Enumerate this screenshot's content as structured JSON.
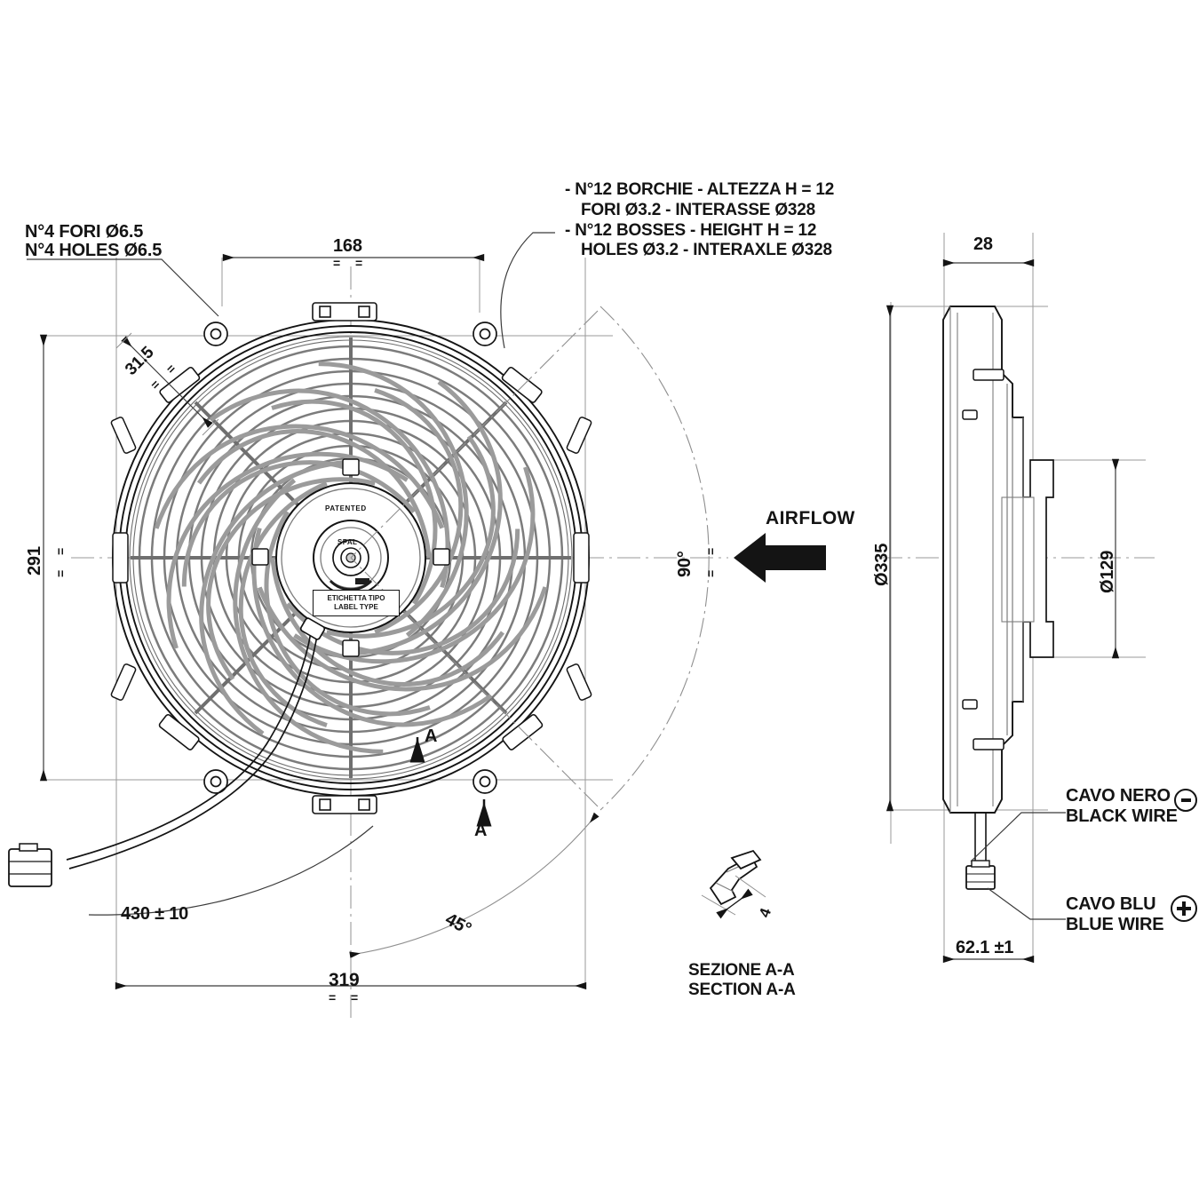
{
  "drawing": {
    "title": "Axial fan technical drawing",
    "views": {
      "front": "front-view",
      "side": "side-view",
      "section": "section-detail"
    }
  },
  "annotations": {
    "holes_note": {
      "line1": "N°4 FORI Ø6.5",
      "line2": "N°4 HOLES Ø6.5"
    },
    "bosses_note": {
      "line1": "- N°12 BORCHIE - ALTEZZA H = 12",
      "line2": "FORI Ø3.2 - INTERASSE Ø328",
      "line3": "- N°12 BOSSES - HEIGHT H = 12",
      "line4": "HOLES Ø3.2 - INTERAXLE Ø328"
    },
    "airflow": "AIRFLOW",
    "section_label": {
      "line1": "SEZIONE A-A",
      "line2": "SECTION A-A"
    },
    "black_wire": {
      "line1": "CAVO NERO",
      "line2": "BLACK WIRE",
      "polarity": "minus"
    },
    "blue_wire": {
      "line1": "CAVO BLU",
      "line2": "BLUE WIRE",
      "polarity": "plus"
    },
    "hub": {
      "patented": "PATENTED",
      "brand": "SPAL",
      "label_box_line1": "ETICHETTA TIPO",
      "label_box_line2": "LABEL TYPE"
    },
    "section_marks": {
      "upper": "A",
      "lower": "A"
    }
  },
  "dimensions": {
    "width_168": "168",
    "height_291": "291",
    "offset_31_5": "31.5",
    "overall_319": "319",
    "cable_430": "430 ± 10",
    "angle_90": "90°",
    "angle_45": "45°",
    "depth_28": "28",
    "diameter_335": "Ø335",
    "diameter_129": "Ø129",
    "total_depth_62_1": "62.1 ±1",
    "section_thickness_4": "4"
  },
  "colors": {
    "line": "#141414",
    "thin_line": "#8a8a8a",
    "fill": "#ffffff",
    "background": "#ffffff"
  }
}
